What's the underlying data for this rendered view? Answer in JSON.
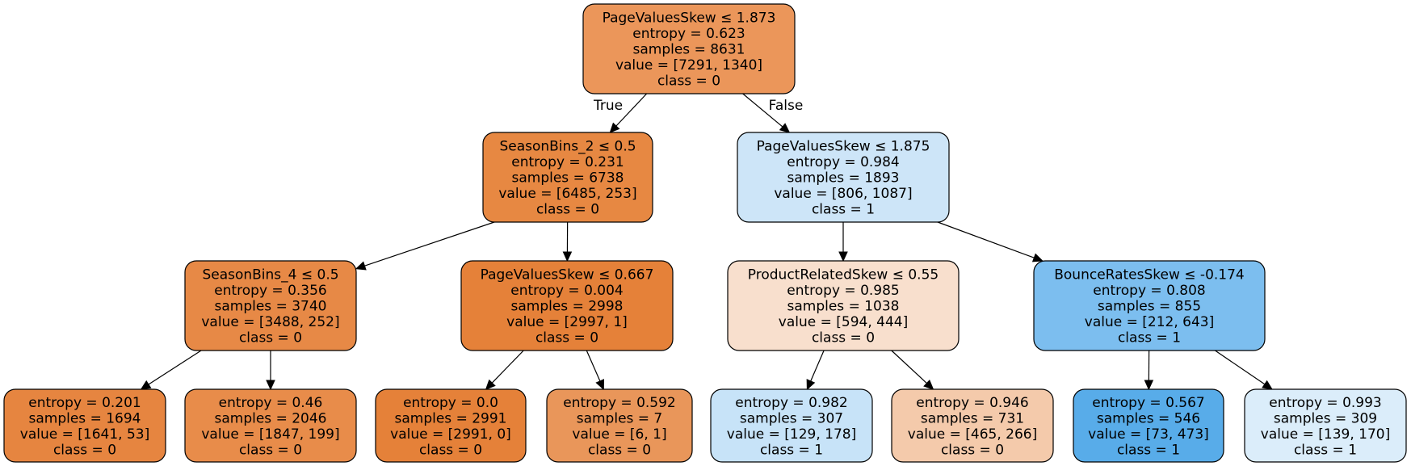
{
  "tree": {
    "nodes": [
      {
        "id": "n0",
        "fill": "#eb965a",
        "lines": [
          "PageValuesSkew ≤ 1.873",
          "entropy = 0.623",
          "samples = 8631",
          "value = [7291, 1340]",
          "class = 0"
        ]
      },
      {
        "id": "n1",
        "fill": "#e78842",
        "lines": [
          "SeasonBins_2 ≤ 0.5",
          "entropy = 0.231",
          "samples = 6738",
          "value = [6485, 253]",
          "class = 0"
        ]
      },
      {
        "id": "n2",
        "fill": "#cde5f8",
        "lines": [
          "PageValuesSkew ≤ 1.875",
          "entropy = 0.984",
          "samples = 1893",
          "value = [806, 1087]",
          "class = 1"
        ]
      },
      {
        "id": "n3",
        "fill": "#e78946",
        "lines": [
          "SeasonBins_4 ≤ 0.5",
          "entropy = 0.356",
          "samples = 3740",
          "value = [3488, 252]",
          "class = 0"
        ]
      },
      {
        "id": "n4",
        "fill": "#e58139",
        "lines": [
          "PageValuesSkew ≤ 0.667",
          "entropy = 0.004",
          "samples = 2998",
          "value = [2997, 1]",
          "class = 0"
        ]
      },
      {
        "id": "n5",
        "fill": "#f8dfcd",
        "lines": [
          "ProductRelatedSkew ≤ 0.55",
          "entropy = 0.985",
          "samples = 1038",
          "value = [594, 444]",
          "class = 0"
        ]
      },
      {
        "id": "n6",
        "fill": "#7cbeef",
        "lines": [
          "BounceRatesSkew ≤ -0.174",
          "entropy = 0.808",
          "samples = 855",
          "value = [212, 643]",
          "class = 1"
        ]
      },
      {
        "id": "n7",
        "fill": "#e68540",
        "lines": [
          "entropy = 0.201",
          "samples = 1694",
          "value = [1641, 53]",
          "class = 0"
        ]
      },
      {
        "id": "n8",
        "fill": "#e88c4a",
        "lines": [
          "entropy = 0.46",
          "samples = 2046",
          "value = [1847, 199]",
          "class = 0"
        ]
      },
      {
        "id": "n9",
        "fill": "#e58139",
        "lines": [
          "entropy = 0.0",
          "samples = 2991",
          "value = [2991, 0]",
          "class = 0"
        ]
      },
      {
        "id": "n10",
        "fill": "#e9965a",
        "lines": [
          "entropy = 0.592",
          "samples = 7",
          "value = [6, 1]",
          "class = 0"
        ]
      },
      {
        "id": "n11",
        "fill": "#c7e3f8",
        "lines": [
          "entropy = 0.982",
          "samples = 307",
          "value = [129, 178]",
          "class = 1"
        ]
      },
      {
        "id": "n12",
        "fill": "#f4caab",
        "lines": [
          "entropy = 0.946",
          "samples = 731",
          "value = [465, 266]",
          "class = 0"
        ]
      },
      {
        "id": "n13",
        "fill": "#58ace9",
        "lines": [
          "entropy = 0.567",
          "samples = 546",
          "value = [73, 473]",
          "class = 1"
        ]
      },
      {
        "id": "n14",
        "fill": "#dbedfa",
        "lines": [
          "entropy = 0.993",
          "samples = 309",
          "value = [139, 170]",
          "class = 1"
        ]
      }
    ],
    "edges": [
      {
        "from": "n0",
        "to": "n1",
        "label": "True"
      },
      {
        "from": "n0",
        "to": "n2",
        "label": "False"
      },
      {
        "from": "n1",
        "to": "n3",
        "label": ""
      },
      {
        "from": "n1",
        "to": "n4",
        "label": ""
      },
      {
        "from": "n2",
        "to": "n5",
        "label": ""
      },
      {
        "from": "n2",
        "to": "n6",
        "label": ""
      },
      {
        "from": "n3",
        "to": "n7",
        "label": ""
      },
      {
        "from": "n3",
        "to": "n8",
        "label": ""
      },
      {
        "from": "n4",
        "to": "n9",
        "label": ""
      },
      {
        "from": "n4",
        "to": "n10",
        "label": ""
      },
      {
        "from": "n5",
        "to": "n11",
        "label": ""
      },
      {
        "from": "n5",
        "to": "n12",
        "label": ""
      },
      {
        "from": "n6",
        "to": "n13",
        "label": ""
      },
      {
        "from": "n6",
        "to": "n14",
        "label": ""
      }
    ]
  }
}
